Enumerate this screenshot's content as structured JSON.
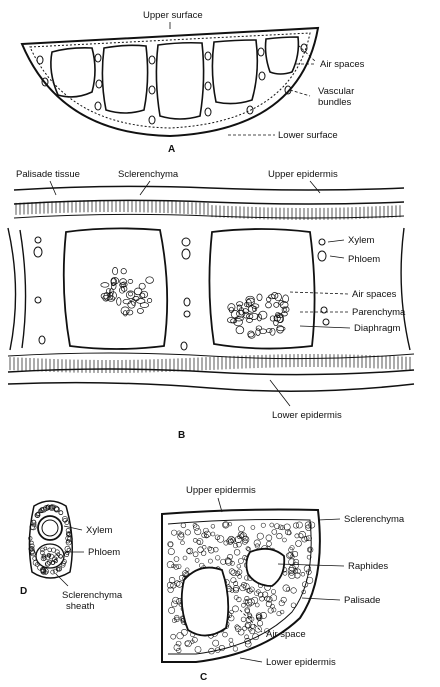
{
  "figure": {
    "panel_a": {
      "caption": "A",
      "labels": {
        "upper_surface": "Upper surface",
        "air_spaces": "Air spaces",
        "vascular": "Vascular",
        "bundles": "bundles",
        "lower_surface": "Lower surface"
      }
    },
    "panel_b": {
      "caption": "B",
      "labels": {
        "palisade_tissue": "Palisade tissue",
        "sclerenchyma": "Sclerenchyma",
        "upper_epidermis": "Upper epidermis",
        "xylem": "Xylem",
        "phloem": "Phloem",
        "air_spaces": "Air spaces",
        "parenchyma": "Parenchyma",
        "diaphragm": "Diaphragm",
        "lower_epidermis": "Lower epidermis"
      }
    },
    "panel_c": {
      "caption": "C",
      "labels": {
        "upper_epidermis": "Upper epidermis",
        "sclerenchyma": "Sclerenchyma",
        "raphides": "Raphides",
        "palisade": "Palisade",
        "air_space": "Air space",
        "lower_epidermis": "Lower epidermis"
      }
    },
    "panel_d": {
      "caption": "D",
      "labels": {
        "xylem": "Xylem",
        "phloem": "Phloem",
        "sclerenchyma": "Sclerenchyma",
        "sheath": "sheath"
      }
    }
  }
}
